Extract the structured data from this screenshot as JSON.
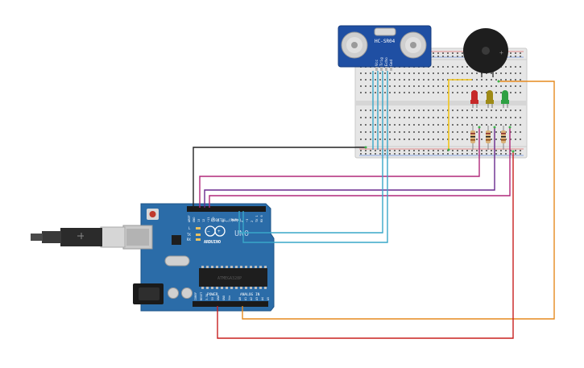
{
  "sensor": {
    "label": "HC-SR04",
    "pins": [
      "Vcc",
      "Trig",
      "Echo",
      "Gnd"
    ]
  },
  "arduino": {
    "brand": "ARDUINO",
    "model": "UNO",
    "digital_label": "DIGITAL (PWM~)",
    "power_label": "POWER",
    "analog_label": "ANALOG IN",
    "ic_label": "ATMEGA328P",
    "leds": [
      "L",
      "TX",
      "RX"
    ],
    "pin_labels": [
      "AREF",
      "GND",
      "13",
      "12",
      "~11",
      "~10",
      "~9",
      "8",
      "7",
      "~6",
      "~5",
      "4",
      "~3",
      "2",
      "TX 1",
      "RX 0"
    ],
    "power_pins": [
      "IOREF",
      "RESET",
      "3.3V",
      "5V",
      "GND",
      "GND",
      "Vin"
    ],
    "analog_pins": [
      "A0",
      "A1",
      "A2",
      "A3",
      "A4",
      "A5"
    ]
  },
  "leds": [
    {
      "name": "red",
      "color": "#c62828"
    },
    {
      "name": "yellow",
      "color": "#9e8a16"
    },
    {
      "name": "green",
      "color": "#2ea043"
    }
  ],
  "wire_colors": {
    "black": "#222222",
    "magenta": "#b0287a",
    "purple": "#6a2a8e",
    "cyan": "#39a7c9",
    "yellow": "#f0c419",
    "orange": "#e58a1f",
    "red": "#c8201f"
  }
}
